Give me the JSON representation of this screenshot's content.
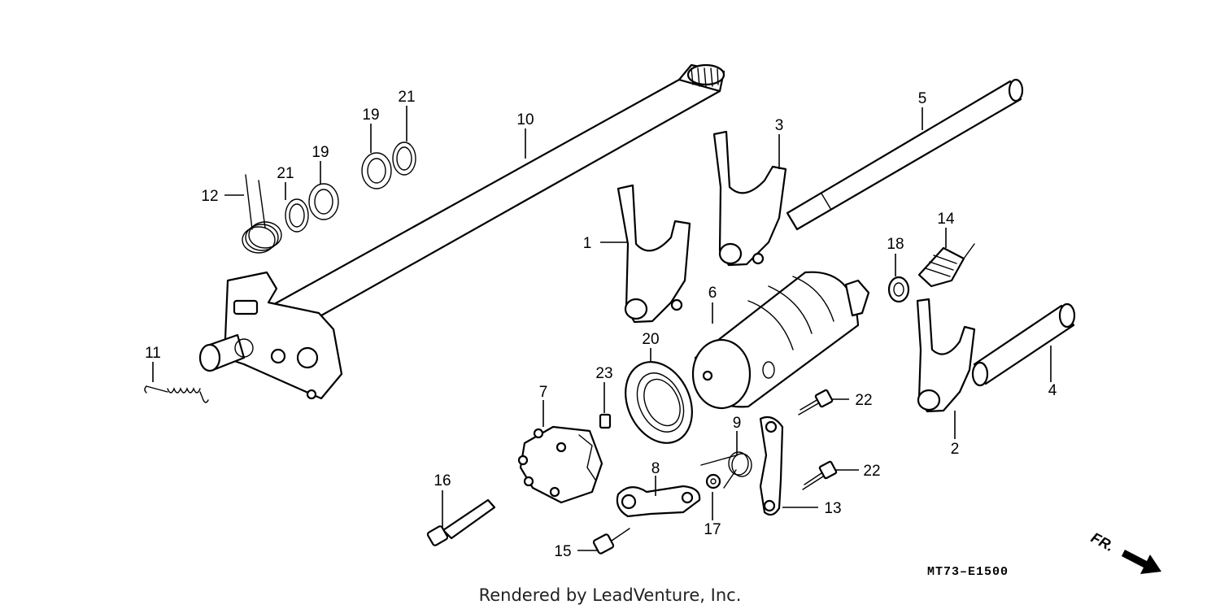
{
  "diagram": {
    "code": "MT73–E1500",
    "credit": "Rendered by LeadVenture, Inc.",
    "direction_label": "FR.",
    "callouts": [
      "1",
      "2",
      "3",
      "4",
      "5",
      "6",
      "7",
      "8",
      "9",
      "10",
      "11",
      "12",
      "13",
      "14",
      "15",
      "16",
      "17",
      "18",
      "19",
      "19",
      "20",
      "21",
      "21",
      "22",
      "22",
      "23"
    ]
  }
}
